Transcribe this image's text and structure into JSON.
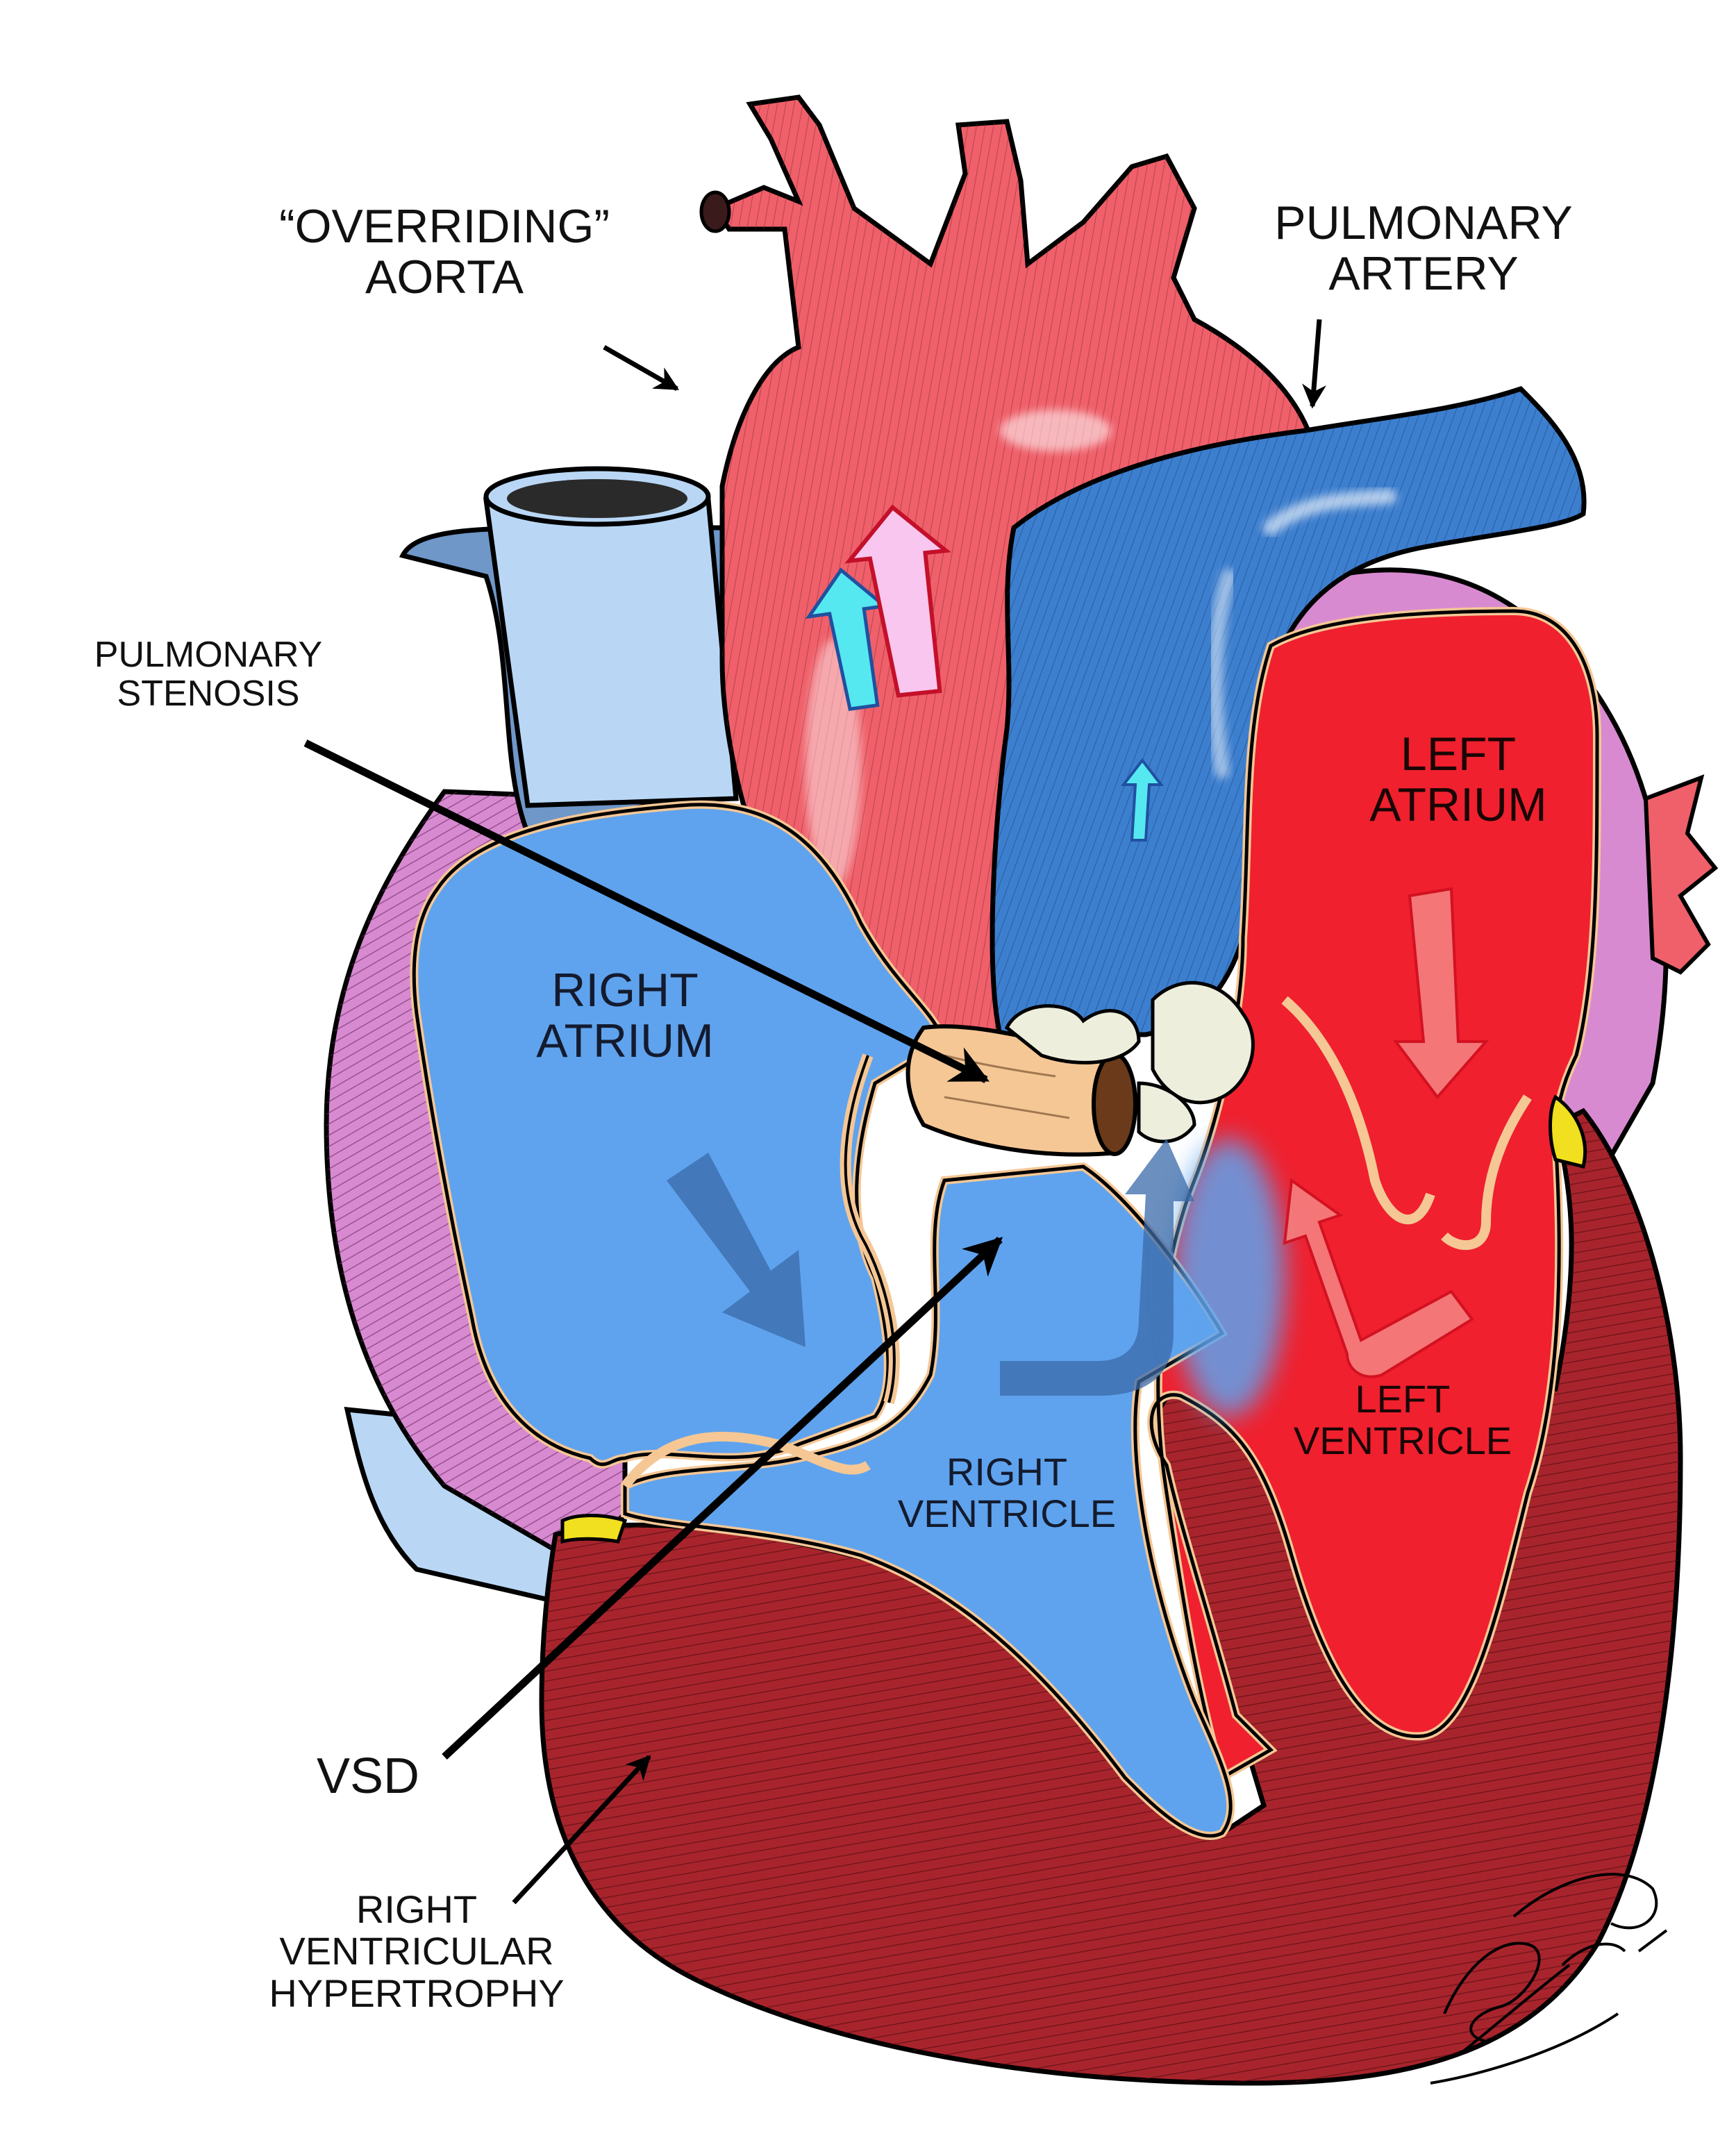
{
  "labels": {
    "overriding_aorta": [
      "“OVERRIDING”",
      "AORTA"
    ],
    "pulmonary_artery": [
      "PULMONARY",
      "ARTERY"
    ],
    "pulmonary_stenosis": [
      "PULMONARY",
      "STENOSIS"
    ],
    "left_atrium": [
      "LEFT",
      "ATRIUM"
    ],
    "right_atrium": [
      "RIGHT",
      "ATRIUM"
    ],
    "left_ventricle": [
      "LEFT",
      "VENTRICLE"
    ],
    "right_ventricle": [
      "RIGHT",
      "VENTRICLE"
    ],
    "vsd": "VSD",
    "right_ventricular_hypertrophy": [
      "RIGHT",
      "VENTRICULAR",
      "HYPERTROPHY"
    ]
  },
  "signature": "Steve Goldberg MD",
  "colors": {
    "aorta": "#f0606a",
    "pulmonary_artery": "#3d7fcf",
    "vena_cava": "#b9d7f5",
    "right_chambers": "#5fa3ee",
    "left_chambers": "#f0202e",
    "myocardium": "#a8242c",
    "pericardial_fat": "#d88ad0",
    "valve_tissue": "#f5c795",
    "yellow_fat": "#f0e020"
  }
}
